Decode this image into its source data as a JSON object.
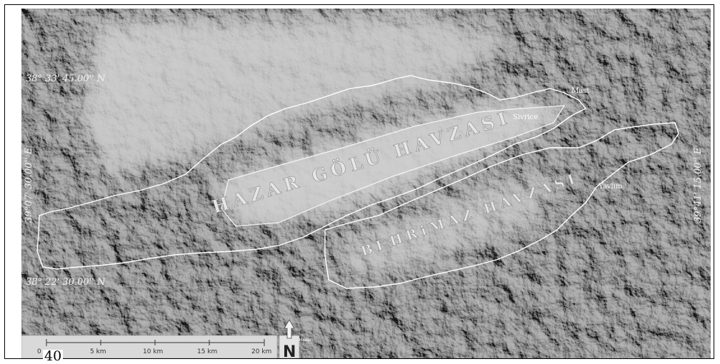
{
  "coordinates": {
    "lat_top": "38° 33' 45.00'' N",
    "lat_bottom": "38° 22' 30.00'' N",
    "lon_left": "39°07' 30.00'' E",
    "lon_right": "39°41' 15.00'' E"
  },
  "basins": {
    "hazar": "HAZAR GÖLÜ HAVZASI",
    "behrimaz": "BEHRiMAZ HAVZASI"
  },
  "places": {
    "sivrice": "Sivrice",
    "mast": "Mast",
    "yavlum": "Yavlım"
  },
  "scale_bar": {
    "ticks": [
      "0",
      "5 km",
      "10 km",
      "15 km",
      "20 km"
    ]
  },
  "north_arrow": {
    "letter": "N",
    "label": "Hazar"
  },
  "page_number": "40",
  "colors": {
    "boundary": "#ffffff",
    "frame": "#000000"
  }
}
